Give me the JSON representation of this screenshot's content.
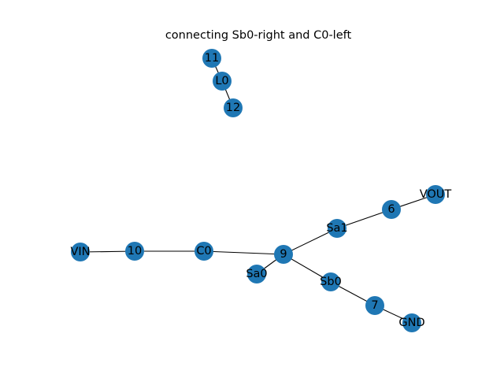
{
  "title": "connecting Sb0-right and C0-left",
  "node_color": "#1f77b4",
  "edge_color": "#000000",
  "nodes": [
    {
      "id": "n11",
      "label": "11"
    },
    {
      "id": "nL0",
      "label": "L0"
    },
    {
      "id": "n12",
      "label": "12"
    },
    {
      "id": "nVOUT",
      "label": "VOUT"
    },
    {
      "id": "n6",
      "label": "6"
    },
    {
      "id": "nSa1",
      "label": "Sa1"
    },
    {
      "id": "nVIN",
      "label": "VIN"
    },
    {
      "id": "n10",
      "label": "10"
    },
    {
      "id": "nC0",
      "label": "C0"
    },
    {
      "id": "n9",
      "label": "9"
    },
    {
      "id": "nSa0",
      "label": "Sa0"
    },
    {
      "id": "nSb0",
      "label": "Sb0"
    },
    {
      "id": "n7",
      "label": "7"
    },
    {
      "id": "nGND",
      "label": "GND"
    }
  ],
  "edges": [
    {
      "from": "11",
      "to": "L0"
    },
    {
      "from": "L0",
      "to": "12"
    },
    {
      "from": "VIN",
      "to": "10"
    },
    {
      "from": "10",
      "to": "C0"
    },
    {
      "from": "C0",
      "to": "9"
    },
    {
      "from": "9",
      "to": "Sa0"
    },
    {
      "from": "9",
      "to": "Sa1"
    },
    {
      "from": "Sa1",
      "to": "6"
    },
    {
      "from": "6",
      "to": "VOUT"
    },
    {
      "from": "9",
      "to": "Sb0"
    },
    {
      "from": "Sb0",
      "to": "7"
    },
    {
      "from": "7",
      "to": "GND"
    }
  ]
}
